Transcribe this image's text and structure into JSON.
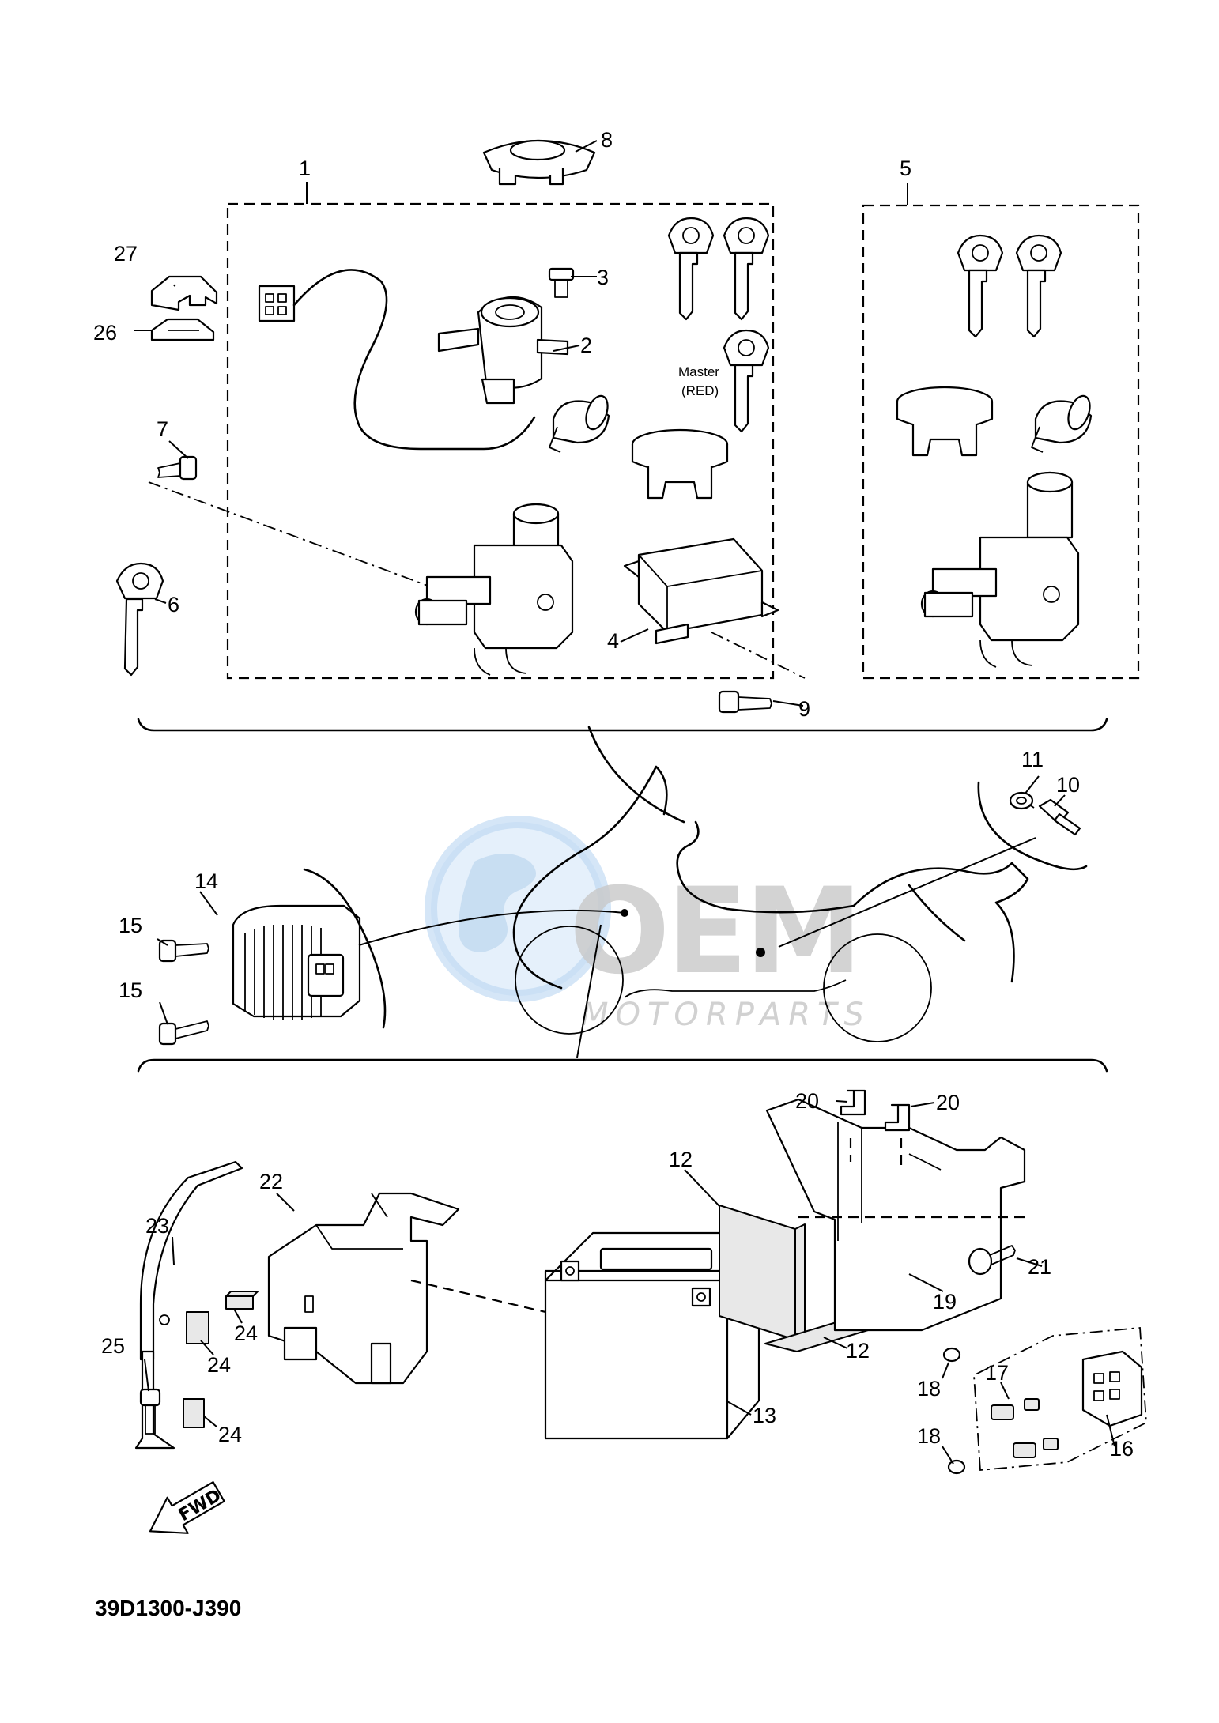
{
  "diagram_code": "39D1300-J390",
  "master_key_label": "Master",
  "master_key_color": "(RED)",
  "fwd_label": "FWD",
  "watermark": {
    "brand": "OEM",
    "sub": "MOTORPARTS"
  },
  "callouts": {
    "c1": "1",
    "c2": "2",
    "c3": "3",
    "c4": "4",
    "c5": "5",
    "c6": "6",
    "c7": "7",
    "c8": "8",
    "c9": "9",
    "c10": "10",
    "c11": "11",
    "c12a": "12",
    "c12b": "12",
    "c13": "13",
    "c14": "14",
    "c15a": "15",
    "c15b": "15",
    "c16": "16",
    "c17": "17",
    "c18a": "18",
    "c18b": "18",
    "c19": "19",
    "c20a": "20",
    "c20b": "20",
    "c21": "21",
    "c22": "22",
    "c23": "23",
    "c24a": "24",
    "c24b": "24",
    "c24c": "24",
    "c25": "25",
    "c26": "26",
    "c27": "27"
  },
  "colors": {
    "line": "#000000",
    "watermark_blue": "#cfe3f6",
    "watermark_grey": "#c9c9c9"
  }
}
